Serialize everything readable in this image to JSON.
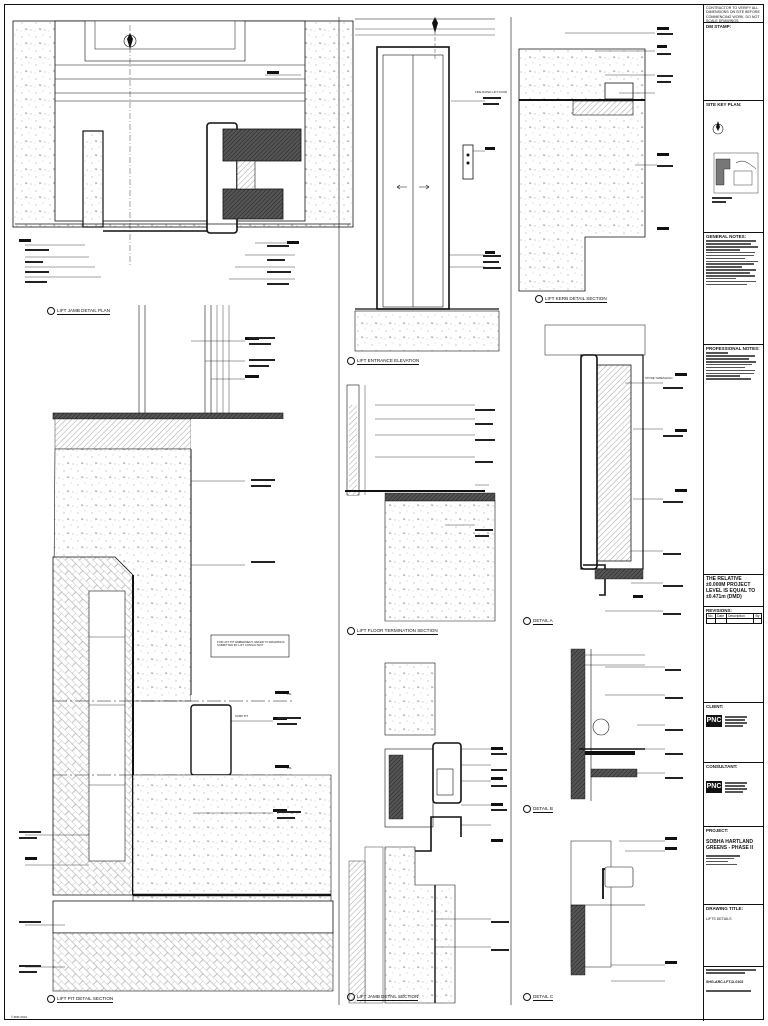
{
  "title_block": {
    "top_note": [
      "CONTRACTOR TO VERIFY ALL DIMENSIONS ON SITE BEFORE",
      "COMMENCING WORK. DO NOT SCALE DRAWINGS."
    ],
    "stamp_header": "DM STAMP:",
    "site_key_plan_header": "SITE KEY PLAN:",
    "general_notes_header": "GENERAL NOTES:",
    "professional_notes_header": "PROFESSIONAL NOTES:",
    "level_note": "THE RELATIVE ±0.000M PROJECT LEVEL IS EQUAL TO ±0.471m (DMD)",
    "revisions_header": "REVISIONS:",
    "revision_columns": [
      "No.",
      "Date",
      "Description",
      "By"
    ],
    "client_header": "CLIENT:",
    "client_logo": "PNC",
    "consultant_header": "CONSULTANT:",
    "consultant_logo": "PNC",
    "project_header": "PROJECT:",
    "project_name": "SOBHA HARTLAND GREENS - PHASE II",
    "drawing_title_header": "DRAWING TITLE:",
    "drawing_title": "LIFTS DETAILS",
    "drawing_number": "SHG-ARC-LFT-D-0102"
  },
  "views": [
    {
      "id": "1",
      "title": "LIFT JAMB DETAIL PLAN"
    },
    {
      "id": "2",
      "title": "LIFT ENTRANCE ELEVATION"
    },
    {
      "id": "3",
      "title": "LIFT KERB DETAIL SECTION"
    },
    {
      "id": "4",
      "title": "LIFT FLOOR TERMINATION SECTION"
    },
    {
      "id": "5",
      "title": "DETAIL A"
    },
    {
      "id": "6",
      "title": "LIFT PIT DETAIL SECTION"
    },
    {
      "id": "7",
      "title": "LIFT JAMB DETAIL SECTION"
    },
    {
      "id": "8",
      "title": "DETAIL B"
    },
    {
      "id": "9",
      "title": "DETAIL C"
    }
  ],
  "callouts": {
    "pit_note": "FOR LIFT PIT EMBEDMENT, REFER TO DRAWINGS SUBMITTED BY LIFT CONSULTANT",
    "ffl": "FFL",
    "sump": "SUMP PIT",
    "fire_rated_door": "FIRE RATED LIFT DOOR",
    "stone_threshold": "STONE THRESHOLD",
    "bottom_note": "© BIM 2019"
  }
}
